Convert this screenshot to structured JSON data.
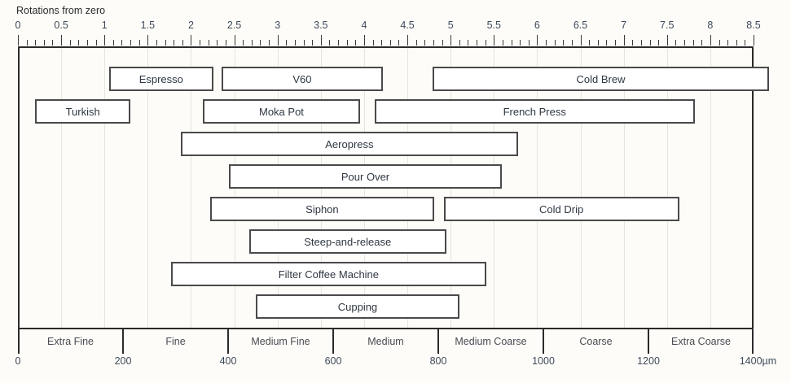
{
  "axis_top": {
    "title": "Rotations from zero",
    "min": 0,
    "max": 8.5,
    "major_step": 0.5,
    "minor_step": 0.1,
    "ticks": [
      "0",
      "0.5",
      "1",
      "1.5",
      "2",
      "2.5",
      "3",
      "3.5",
      "4",
      "4.5",
      "5",
      "5.5",
      "6",
      "6.5",
      "7",
      "7.5",
      "8",
      "8.5"
    ]
  },
  "axis_bottom": {
    "unit": "µm",
    "min": 0,
    "max": 1400,
    "step": 200,
    "ticks": [
      "0",
      "200",
      "400",
      "600",
      "800",
      "1000",
      "1200",
      "1400µm"
    ]
  },
  "categories": [
    {
      "label": "Extra Fine",
      "from": 0,
      "to": 200
    },
    {
      "label": "Fine",
      "from": 200,
      "to": 400
    },
    {
      "label": "Medium Fine",
      "from": 400,
      "to": 600
    },
    {
      "label": "Medium",
      "from": 600,
      "to": 800
    },
    {
      "label": "Medium Coarse",
      "from": 800,
      "to": 1000
    },
    {
      "label": "Coarse",
      "from": 1000,
      "to": 1200
    },
    {
      "label": "Extra Coarse",
      "from": 1200,
      "to": 1400
    }
  ],
  "colors": {
    "background": "#fdfcf8",
    "bar_fill": "#ffffff",
    "bar_border": "#4a4a4a",
    "axis": "#2b2b2b",
    "gridline": "#e6e4de",
    "tick_text": "#3f4a5a",
    "bar_text": "#2f3742",
    "category_text": "#4a4a52"
  },
  "chart_data": {
    "type": "bar",
    "orientation": "horizontal-range",
    "title": "",
    "xlabel": "Rotations from zero",
    "xlabel_secondary": "µm",
    "xlim": [
      0,
      8.5
    ],
    "xlim_secondary": [
      0,
      1400
    ],
    "grid": true,
    "legend": "none",
    "rows": [
      [
        {
          "label": "Espresso",
          "start": 1.05,
          "end": 2.26,
          "start_um": 173,
          "end_um": 372
        },
        {
          "label": "V60",
          "start": 2.35,
          "end": 4.22,
          "start_um": 387,
          "end_um": 695
        },
        {
          "label": "Cold Brew",
          "start": 4.79,
          "end": 8.68,
          "start_um": 789,
          "end_um": 1430
        }
      ],
      [
        {
          "label": "Turkish",
          "start": 0.2,
          "end": 1.3,
          "start_um": 33,
          "end_um": 214
        },
        {
          "label": "Moka Pot",
          "start": 2.14,
          "end": 3.95,
          "start_um": 352,
          "end_um": 651
        },
        {
          "label": "French Press",
          "start": 4.12,
          "end": 7.82,
          "start_um": 679,
          "end_um": 1288
        }
      ],
      [
        {
          "label": "Aeropress",
          "start": 1.88,
          "end": 5.78,
          "start_um": 310,
          "end_um": 952
        }
      ],
      [
        {
          "label": "Pour Over",
          "start": 2.44,
          "end": 5.59,
          "start_um": 402,
          "end_um": 921
        }
      ],
      [
        {
          "label": "Siphon",
          "start": 2.22,
          "end": 4.81,
          "start_um": 366,
          "end_um": 792
        },
        {
          "label": "Cold Drip",
          "start": 4.92,
          "end": 7.64,
          "start_um": 811,
          "end_um": 1259
        }
      ],
      [
        {
          "label": "Steep-and-release",
          "start": 2.67,
          "end": 4.95,
          "start_um": 440,
          "end_um": 816
        }
      ],
      [
        {
          "label": "Filter Coffee Machine",
          "start": 1.77,
          "end": 5.41,
          "start_um": 292,
          "end_um": 891
        }
      ],
      [
        {
          "label": "Cupping",
          "start": 2.75,
          "end": 5.1,
          "start_um": 453,
          "end_um": 841
        }
      ]
    ]
  }
}
